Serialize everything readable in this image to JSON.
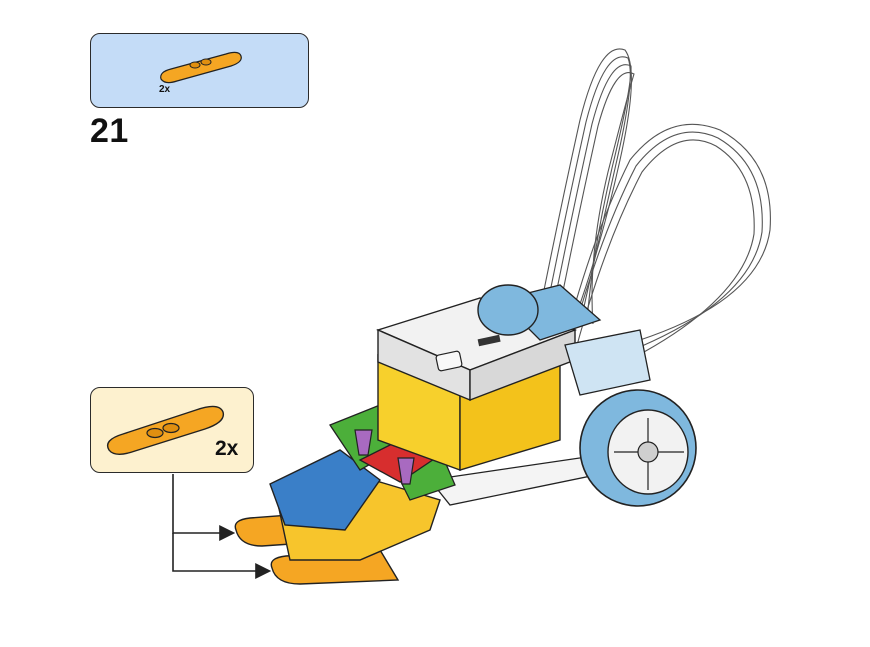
{
  "step": {
    "number": "21"
  },
  "parts_top": {
    "quantity": "2x"
  },
  "parts_side": {
    "quantity": "2x"
  },
  "colors": {
    "top_box_bg": "#c4dcf7",
    "side_box_bg": "#fdf1cf",
    "ski_orange": "#f5a623",
    "hub_white": "#f2f2f2",
    "wheel_blue": "#7fb8de",
    "body_yellow": "#f7d02c",
    "brick_blue": "#3a7fc8",
    "brick_green": "#4caf3a",
    "brick_red": "#d72e2e",
    "brick_purple": "#a86ac0"
  }
}
